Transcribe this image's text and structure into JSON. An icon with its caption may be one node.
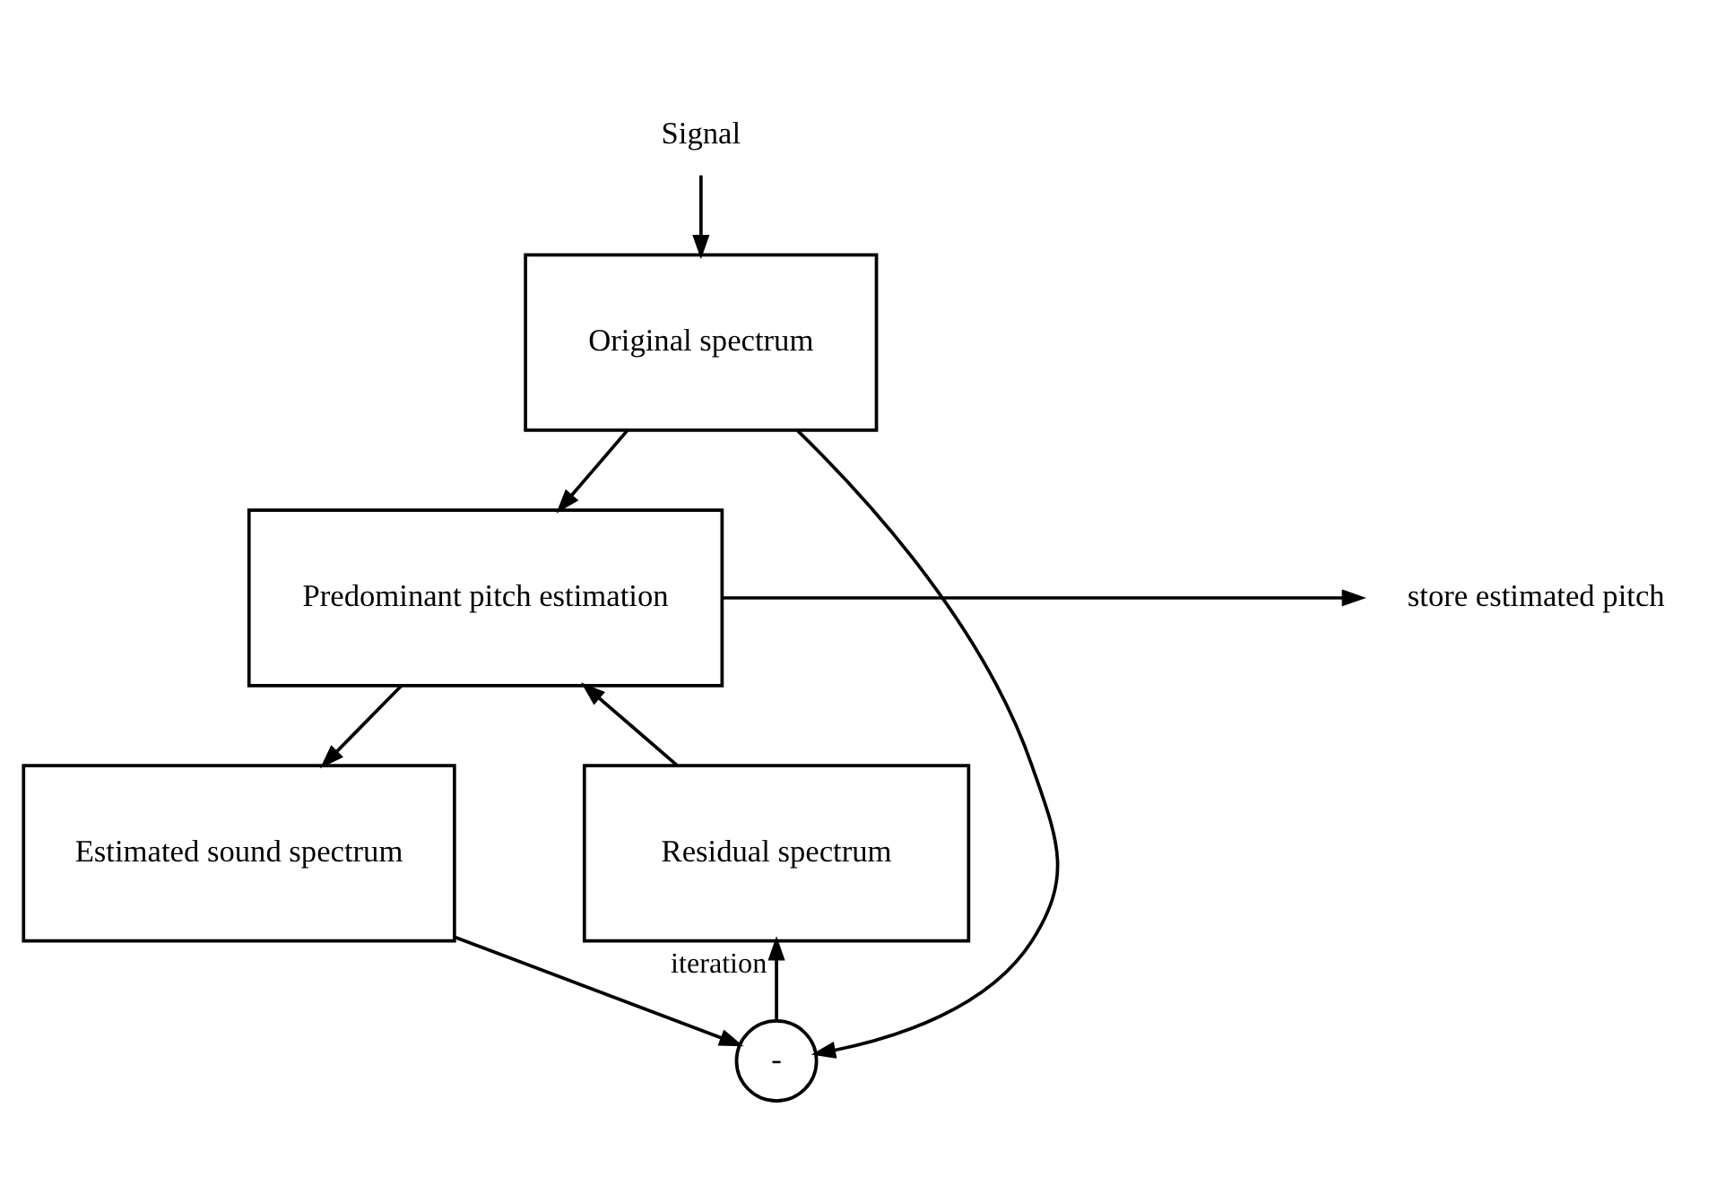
{
  "diagram": {
    "nodes": [
      {
        "text": [
          "Signal"
        ]
      },
      {
        "text": [
          "Original spectrum"
        ]
      },
      {
        "text": [
          "Predominant pitch estimation"
        ]
      },
      {
        "text": [
          "store estimated pitch"
        ]
      },
      {
        "text": [
          "Estimated sound spectrum"
        ]
      },
      {
        "text": [
          "Residual spectrum"
        ]
      },
      {
        "text": [
          "-"
        ]
      }
    ],
    "edges": [
      {
        "from": 0,
        "to": 1,
        "arrow": "to"
      },
      {
        "from": 1,
        "to": 2,
        "arrow": "to"
      },
      {
        "from": 2,
        "to": 3,
        "arrow": "to"
      },
      {
        "from": 2,
        "to": 4,
        "arrow": "to"
      },
      {
        "from": 4,
        "to": 6,
        "arrow": "to"
      },
      {
        "from": 1,
        "to": 6,
        "arrow": "to"
      },
      {
        "from": 6,
        "to": 5,
        "arrow": "to",
        "label": "iteration"
      },
      {
        "from": 5,
        "to": 2,
        "arrow": "to"
      }
    ]
  }
}
